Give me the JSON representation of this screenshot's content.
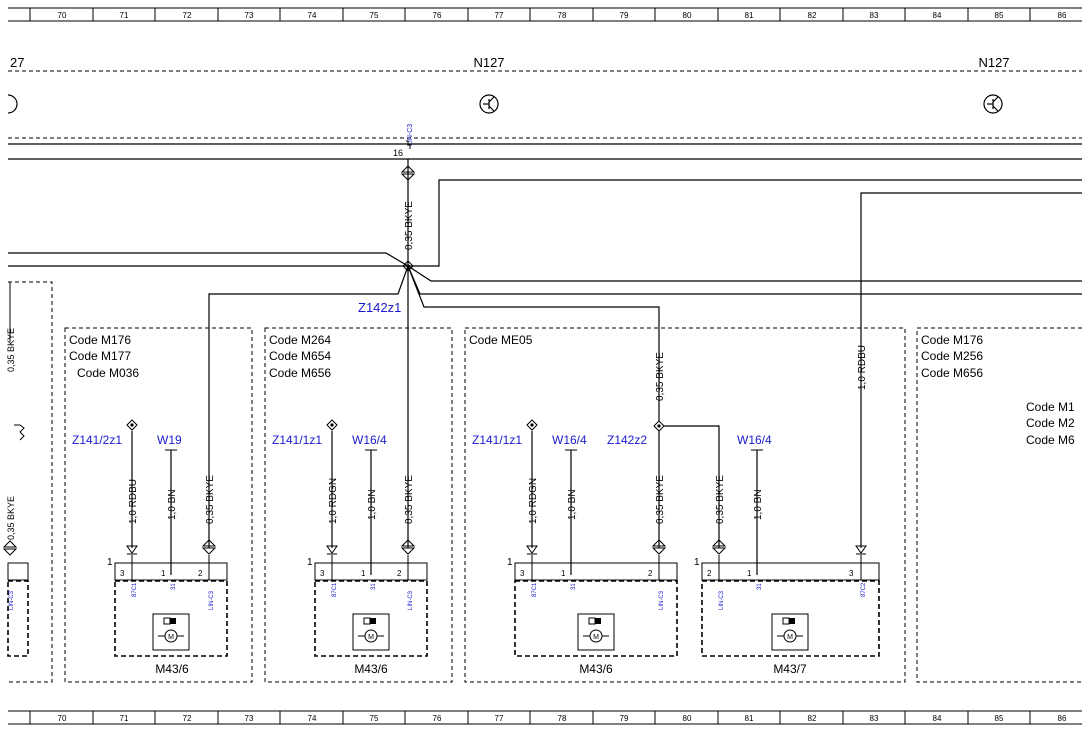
{
  "ruler": [
    "70",
    "71",
    "72",
    "73",
    "74",
    "75",
    "76",
    "77",
    "78",
    "79",
    "80",
    "81",
    "82",
    "83",
    "84",
    "85",
    "86"
  ],
  "top": {
    "label_left": "27",
    "label_mid": "N127",
    "label_right": "N127",
    "lin_label": "LIN-C3",
    "pin": "16",
    "trunk_wire": "0,35 BKYE",
    "splice": "Z142z1"
  },
  "left_partial": {
    "wire_top": "0,35 BKYE",
    "wire_bottom": "0,35 BKYE",
    "pin_label": "LIN-C3"
  },
  "box1": {
    "codes": [
      "Code M176",
      "Code M177",
      "Code M036"
    ],
    "conn_label": "Z141/2z1",
    "w_label": "W19",
    "wires": [
      "1,0 RDBU",
      "1,0 BN",
      "0,35 BKYE"
    ],
    "pin_nums": [
      "3",
      "1",
      "2"
    ],
    "pin_labels": [
      "87C1",
      "31",
      "LIN-C3"
    ],
    "one": "1",
    "motor": "M43/6"
  },
  "box2": {
    "codes": [
      "Code M264",
      "Code M654",
      "Code M656"
    ],
    "conn_label": "Z141/1z1",
    "w_label": "W16/4",
    "wires": [
      "1,0 RDGN",
      "1,0 BN",
      "0,35 BKYE"
    ],
    "pin_nums": [
      "3",
      "1",
      "2"
    ],
    "pin_labels": [
      "87C1",
      "31",
      "LIN-C3"
    ],
    "one": "1",
    "motor": "M43/6"
  },
  "box3": {
    "codes": [
      "Code ME05"
    ],
    "conn_label": "Z141/1z1",
    "w_label": "W16/4",
    "splice": "Z142z2",
    "wire_top": "0,35 BKYE",
    "wires": [
      "1,0 RDGN",
      "1,0 BN",
      "0,35 BKYE"
    ],
    "pin_nums": [
      "3",
      "1",
      "2"
    ],
    "pin_labels": [
      "87C1",
      "31",
      "LIN-C3"
    ],
    "one": "1",
    "motor": "M43/6",
    "m2": {
      "w_label": "W16/4",
      "wires": [
        "0,35 BKYE",
        "1,0 BN"
      ],
      "pin_nums": [
        "2",
        "1",
        "3"
      ],
      "pin_labels": [
        "LIN-C3",
        "31",
        "87C2"
      ],
      "one": "1",
      "motor": "M43/7"
    },
    "rdbu_wire": "1,0 RDBU"
  },
  "box4": {
    "codes": [
      "Code M176",
      "Code M256",
      "Code M656"
    ],
    "codes2": [
      "Code M1",
      "Code M2",
      "Code M6"
    ]
  },
  "colors": {
    "line": "#000000",
    "blue_label": "#1a1ad0",
    "background": "#ffffff"
  }
}
